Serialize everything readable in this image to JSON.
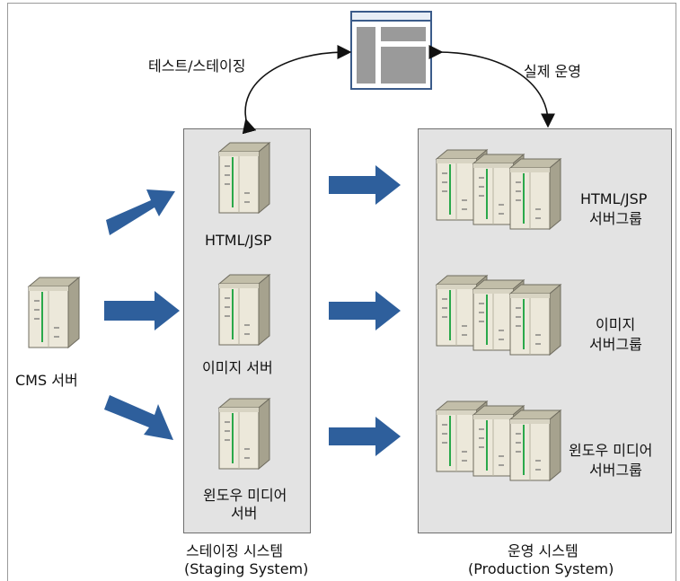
{
  "labels": {
    "staging_link": "테스트/스테이징",
    "production_link": "실제 운영",
    "cms_server": "CMS 서버",
    "staging_html_jsp": "HTML/JSP",
    "staging_image": "이미지 서버",
    "staging_wm_line1": "윈도우 미디어",
    "staging_wm_line2": "서버",
    "prod_html_line1": "HTML/JSP",
    "prod_html_line2": "서버그룹",
    "prod_image_line1": "이미지",
    "prod_image_line2": "서버그룹",
    "prod_wm_line1": "윈도우 미디어",
    "prod_wm_line2": "서버그룹",
    "staging_title": "스테이징 시스템",
    "staging_subtitle": "(Staging System)",
    "production_title": "운영 시스템",
    "production_subtitle": "(Production System)"
  },
  "colors": {
    "arrow": "#2e5f9c",
    "panel": "#e3e3e3",
    "server_front": "#ece8da",
    "server_side": "#a6a28e",
    "server_top": "#bdb9a5",
    "led": "#2aa84a"
  },
  "icons": {
    "browser": "browser-window-icon",
    "server": "server-tower-icon"
  }
}
